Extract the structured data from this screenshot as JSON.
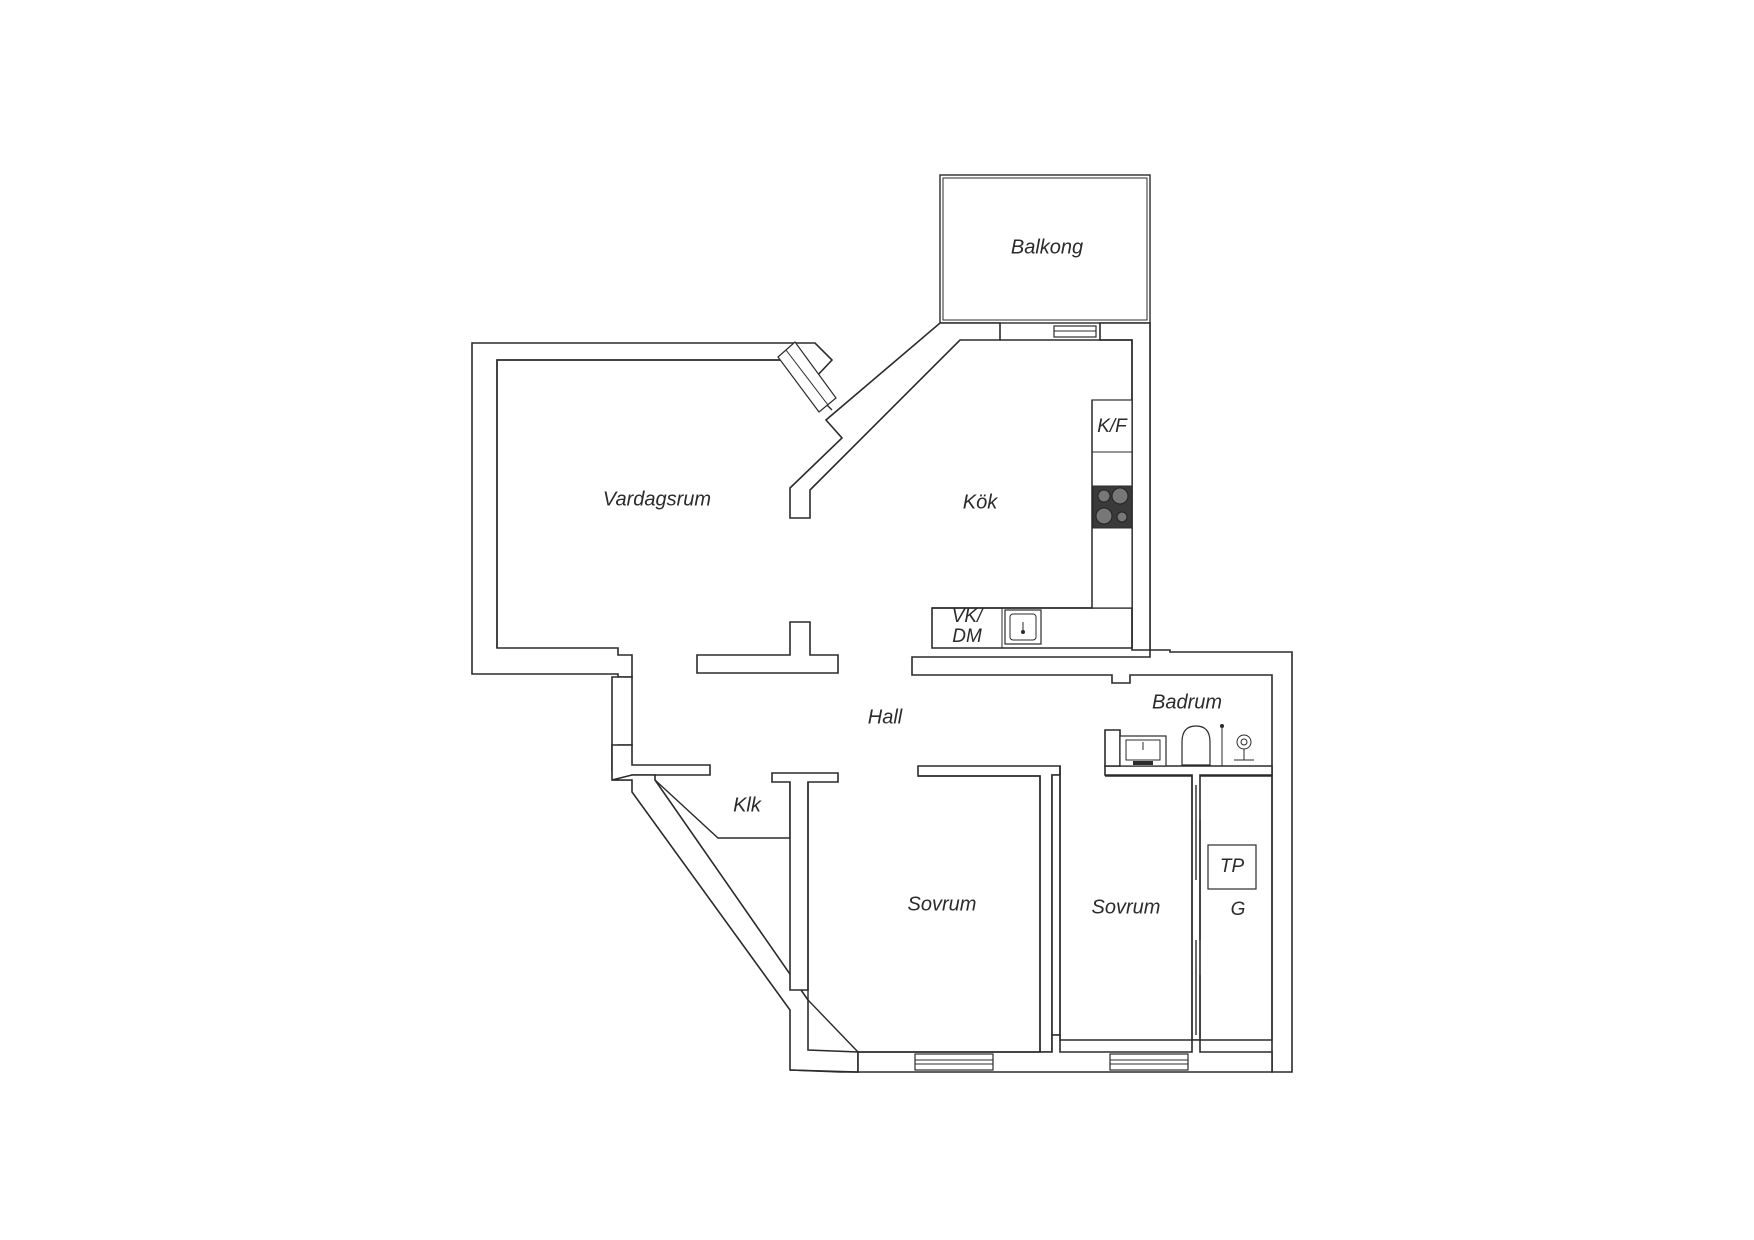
{
  "rooms": {
    "balkong": "Balkong",
    "vardagsrum": "Vardagsrum",
    "kok": "Kök",
    "hall": "Hall",
    "badrum": "Badrum",
    "klk": "Klk",
    "sovrum_1": "Sovrum",
    "sovrum_2": "Sovrum"
  },
  "fixtures": {
    "kf": "K/F",
    "vk_line1": "VK/",
    "vk_line2": "DM",
    "tp": "TP",
    "g": "G"
  },
  "colors": {
    "line": "#2b2b2b",
    "hob": "#3a3a3a",
    "background": "#ffffff"
  },
  "icons": [
    "sink-icon",
    "washbasin-icon",
    "toilet-icon",
    "shower-icon",
    "hob-icon",
    "window-icon"
  ]
}
